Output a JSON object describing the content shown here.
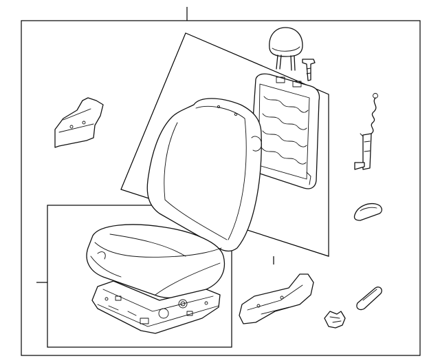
{
  "diagram": {
    "parts": [
      "outer-frame",
      "seat-back-assembly-box",
      "seat-cushion-assembly-box",
      "headrest",
      "headrest-guide",
      "seat-back-frame",
      "seat-back-cushion",
      "seat-cushion",
      "seat-cushion-frame",
      "side-shield-left",
      "recliner-cable",
      "recliner-handle",
      "side-cover-lower",
      "lever-knob",
      "cover-cap"
    ]
  }
}
